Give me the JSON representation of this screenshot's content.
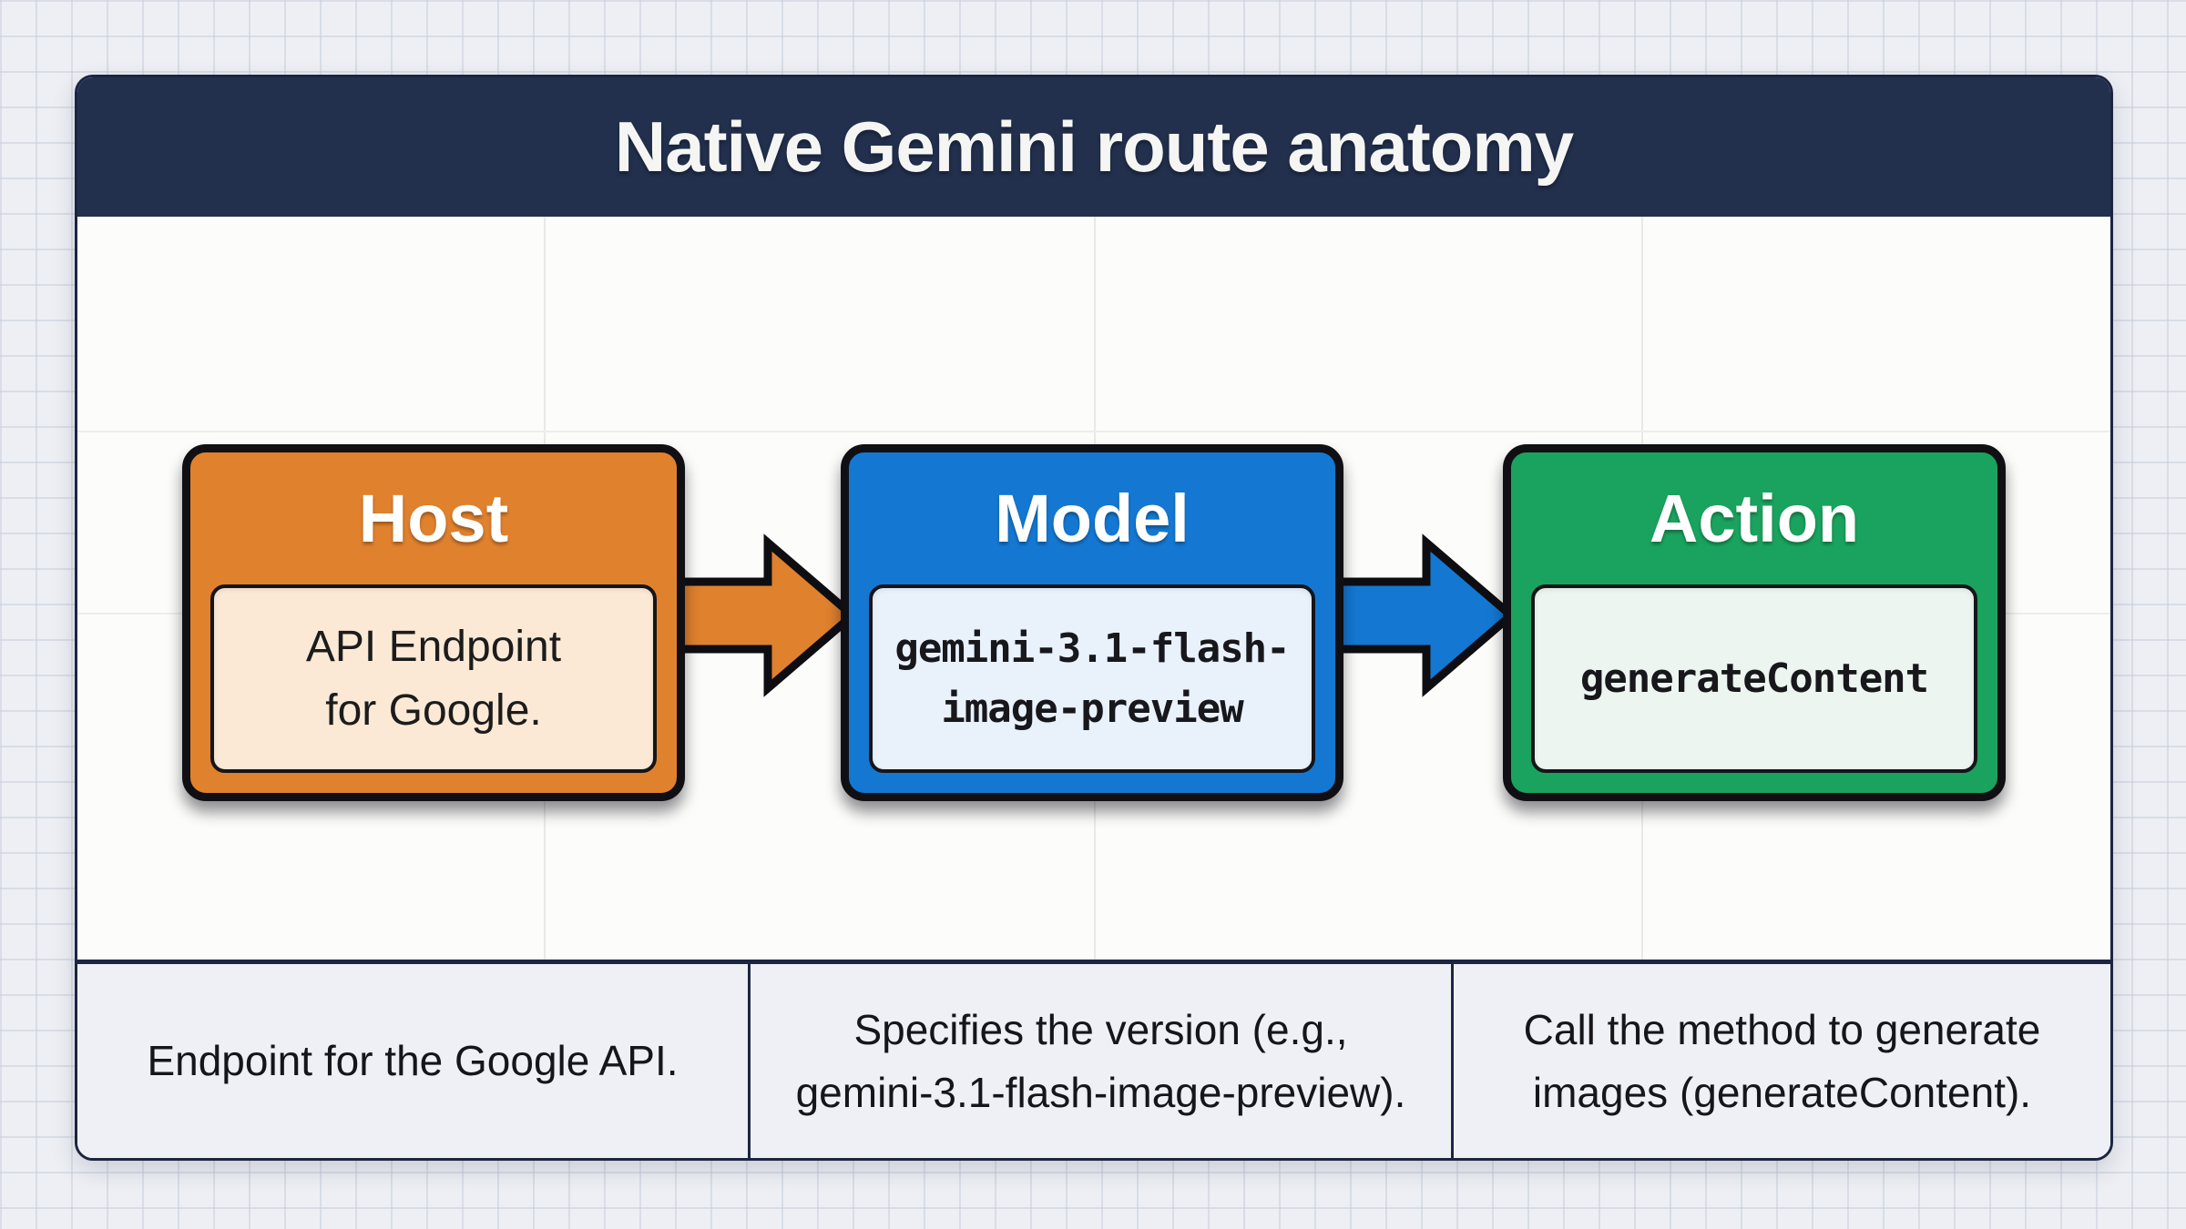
{
  "title": "Native Gemini route anatomy",
  "colors": {
    "canvas_bg": "#edeff4",
    "header_bg": "#22304e",
    "panel_border": "#1c2541",
    "body_bg": "#fcfcfa",
    "footer_bg": "#eef0f6",
    "host_orange": "#e0812e",
    "model_blue": "#1478d2",
    "action_green": "#1aa35e"
  },
  "steps": [
    {
      "label": "Host",
      "color": "#e0812e",
      "inner_bg": "#fbe9d6",
      "value": "API Endpoint\nfor Google."
    },
    {
      "label": "Model",
      "color": "#1478d2",
      "inner_bg": "#e9f1fb",
      "value": "gemini-3.1-flash-\nimage-preview"
    },
    {
      "label": "Action",
      "color": "#1aa35e",
      "inner_bg": "#ecf5ef",
      "value": "generateContent"
    }
  ],
  "arrows": [
    {
      "name": "host-to-model-arrow",
      "color": "#e0812e"
    },
    {
      "name": "model-to-action-arrow",
      "color": "#1478d2"
    }
  ],
  "footer_cells": [
    {
      "text": "Endpoint for the Google API."
    },
    {
      "text": "Specifies the version (e.g.,\ngemini-3.1-flash-image-preview)."
    },
    {
      "text": "Call the method to generate\nimages (generateContent)."
    }
  ]
}
